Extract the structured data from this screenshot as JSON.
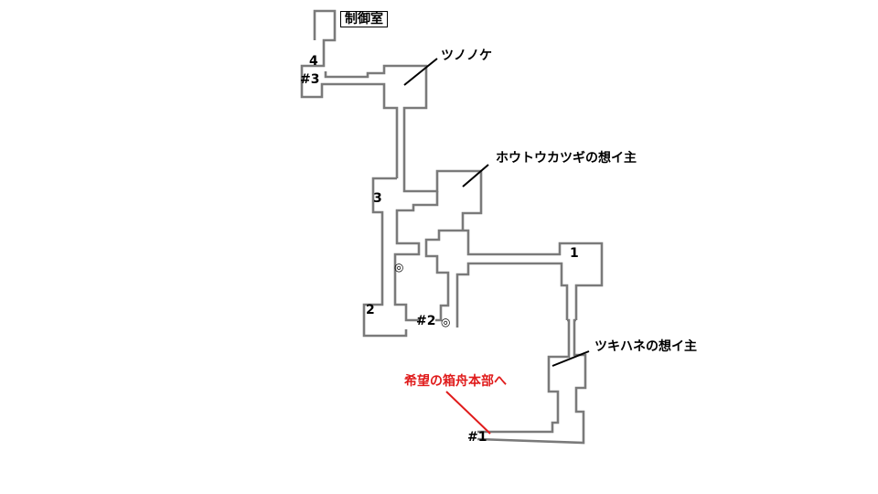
{
  "labels": {
    "control_room": "制御室",
    "boss_tsunonoke": "ツノノケ",
    "boss_houtou": "ホウトウカツギの想イ主",
    "boss_tsukihane": "ツキハネの想イ主",
    "exit_to_hq": "希望の箱舟本部へ"
  },
  "numbers": {
    "n1": "1",
    "n2": "2",
    "n3": "3",
    "n4": "4",
    "h1": "#1",
    "h2": "#2",
    "h3": "#3"
  },
  "markers": {
    "double_circle": "◎"
  },
  "colors": {
    "wall": "#7a7a7a",
    "text": "#000000",
    "highlight": "#e01b1b"
  }
}
